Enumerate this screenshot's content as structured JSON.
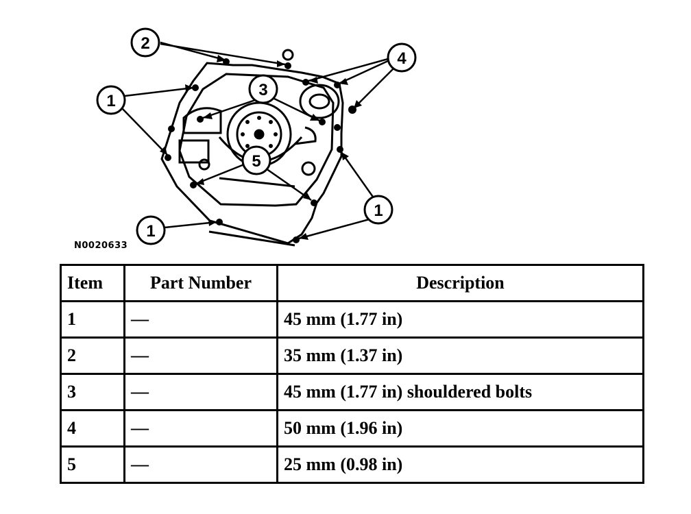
{
  "figure_id": "N0020633",
  "callouts": [
    "1",
    "2",
    "3",
    "4",
    "5"
  ],
  "table": {
    "headers": {
      "item": "Item",
      "part_number": "Part Number",
      "description": "Description"
    },
    "rows": [
      {
        "item": "1",
        "part_number": "—",
        "description": "45 mm (1.77 in)"
      },
      {
        "item": "2",
        "part_number": "—",
        "description": "35 mm (1.37 in)"
      },
      {
        "item": "3",
        "part_number": "—",
        "description": "45 mm (1.77 in) shouldered bolts"
      },
      {
        "item": "4",
        "part_number": "—",
        "description": "50 mm (1.96 in)"
      },
      {
        "item": "5",
        "part_number": "—",
        "description": "25 mm (0.98 in)"
      }
    ]
  }
}
